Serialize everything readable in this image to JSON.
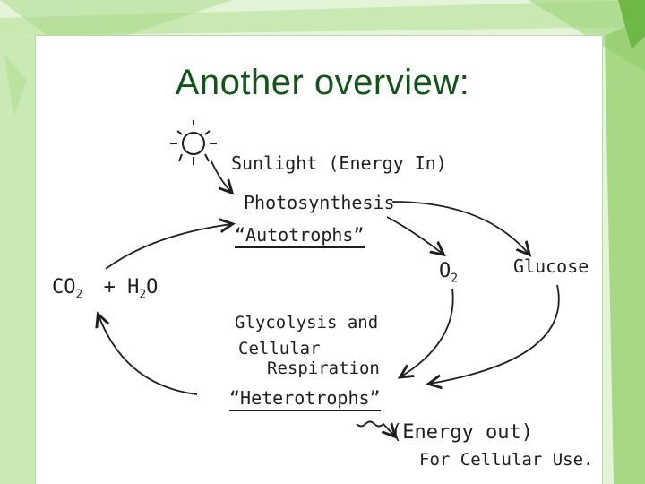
{
  "slide": {
    "title": "Another overview:"
  },
  "diagram": {
    "sunlight": "Sunlight  (Energy In)",
    "photosynthesis": "Photosynthesis",
    "autotrophs": "“Autotrophs”",
    "oxygen": "O",
    "oxygen_sub": "2",
    "glucose": "Glucose",
    "co2": "CO",
    "co2_sub": "2",
    "plus": "+",
    "h2o_h": "H",
    "h2o_sub": "2",
    "h2o_o": "O",
    "glycolysis_line1": "Glycolysis and",
    "glycolysis_line2": "Cellular",
    "glycolysis_line3": "Respiration",
    "heterotrophs": "“Heterotrophs”",
    "energy_out": "(Energy out)",
    "cellular_use": "For Cellular Use."
  },
  "colors": {
    "background": "#dff2d4",
    "leaf": "#8ecb63",
    "title": "#14531c",
    "ink": "#1f1f1f"
  }
}
